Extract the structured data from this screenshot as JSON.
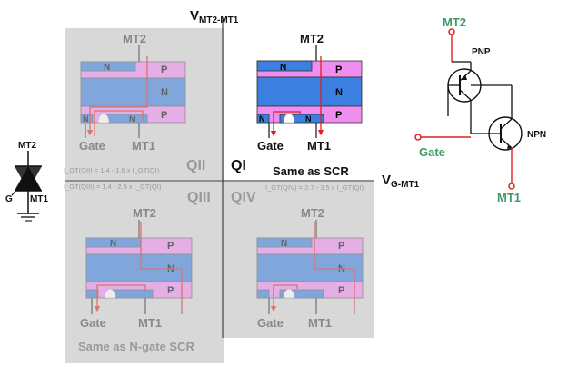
{
  "axes": {
    "v_axis_main": "V",
    "v_axis_sub": "MT2-MT1",
    "h_axis_main": "V",
    "h_axis_sub": "G-MT1"
  },
  "quadrants": {
    "q1": {
      "label": "QI",
      "note": "Same as SCR"
    },
    "q2": {
      "label": "QII",
      "formula_1": "I_GT(QII) = 1.4 - 1.6 x I_GT(QI)",
      "formula_2": "I_GT(QIII) = 1.4 - 2.5 x I_GT(QI)"
    },
    "q3": {
      "label": "QIII",
      "note": "Same as N-gate SCR"
    },
    "q4": {
      "label": "QIV",
      "formula": "I_GT(QIV) = 2.7 - 3.5 x I_GT(QI)"
    }
  },
  "layers": {
    "n": "N",
    "p": "P"
  },
  "terminals": {
    "mt2": "MT2",
    "mt1": "MT1",
    "gate": "Gate",
    "g": "G"
  },
  "equivalent": {
    "pnp": "PNP",
    "npn": "NPN",
    "mt2": "MT2",
    "gate": "Gate",
    "mt1": "MT1"
  },
  "colors": {
    "n_layer": "#3b7fe0",
    "p_layer": "#f08ef0",
    "current": "#e02020",
    "terminal_green": "#3f9a6a",
    "quadrant_bg": "#d8d8d8"
  }
}
